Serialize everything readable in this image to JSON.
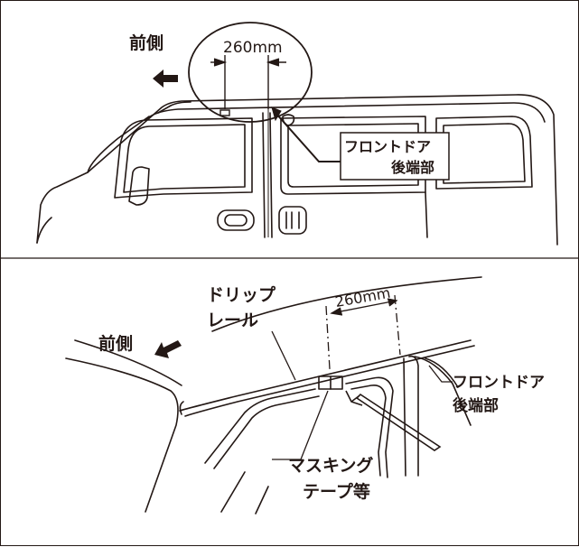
{
  "top": {
    "front_label": "前側",
    "dimension": "260mm",
    "callout_line1": "フロントドア",
    "callout_line2": "後端部"
  },
  "bottom": {
    "front_label": "前側",
    "dimension": "260mm",
    "drip_line1": "ドリップ",
    "drip_line2": "レール",
    "door_line1": "フロントドア",
    "door_line2": "後端部",
    "tape_line1": "マスキング",
    "tape_line2": "テープ等"
  },
  "colors": {
    "ink": "#231815",
    "paper": "#ffffff"
  }
}
